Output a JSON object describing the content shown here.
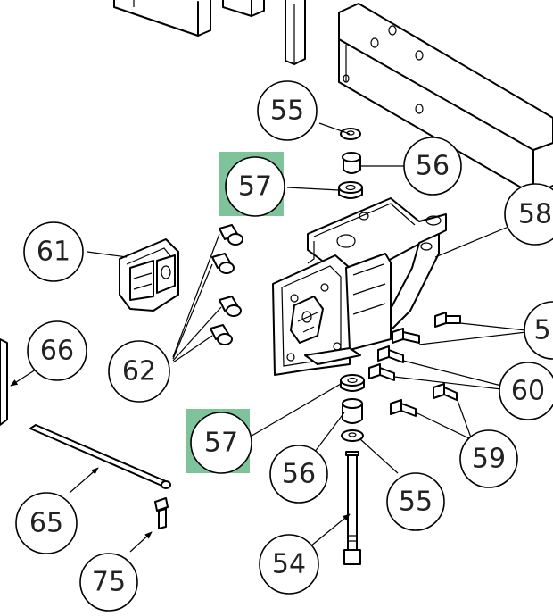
{
  "highlight_color": "#7fc39a",
  "callouts": [
    {
      "id": "c55-top",
      "label": "55",
      "highlighted": false
    },
    {
      "id": "c56-top",
      "label": "56",
      "highlighted": false
    },
    {
      "id": "c57-top",
      "label": "57",
      "highlighted": true
    },
    {
      "id": "c58",
      "label": "58",
      "highlighted": false
    },
    {
      "id": "c5x",
      "label": "5",
      "highlighted": false
    },
    {
      "id": "c60",
      "label": "60",
      "highlighted": false
    },
    {
      "id": "c59",
      "label": "59",
      "highlighted": false
    },
    {
      "id": "c61",
      "label": "61",
      "highlighted": false
    },
    {
      "id": "c62",
      "label": "62",
      "highlighted": false
    },
    {
      "id": "c66",
      "label": "66",
      "highlighted": false
    },
    {
      "id": "c57-bottom",
      "label": "57",
      "highlighted": true
    },
    {
      "id": "c56-bottom",
      "label": "56",
      "highlighted": false
    },
    {
      "id": "c55-bottom",
      "label": "55",
      "highlighted": false
    },
    {
      "id": "c65",
      "label": "65",
      "highlighted": false
    },
    {
      "id": "c54",
      "label": "54",
      "highlighted": false
    },
    {
      "id": "c75",
      "label": "75",
      "highlighted": false
    }
  ]
}
